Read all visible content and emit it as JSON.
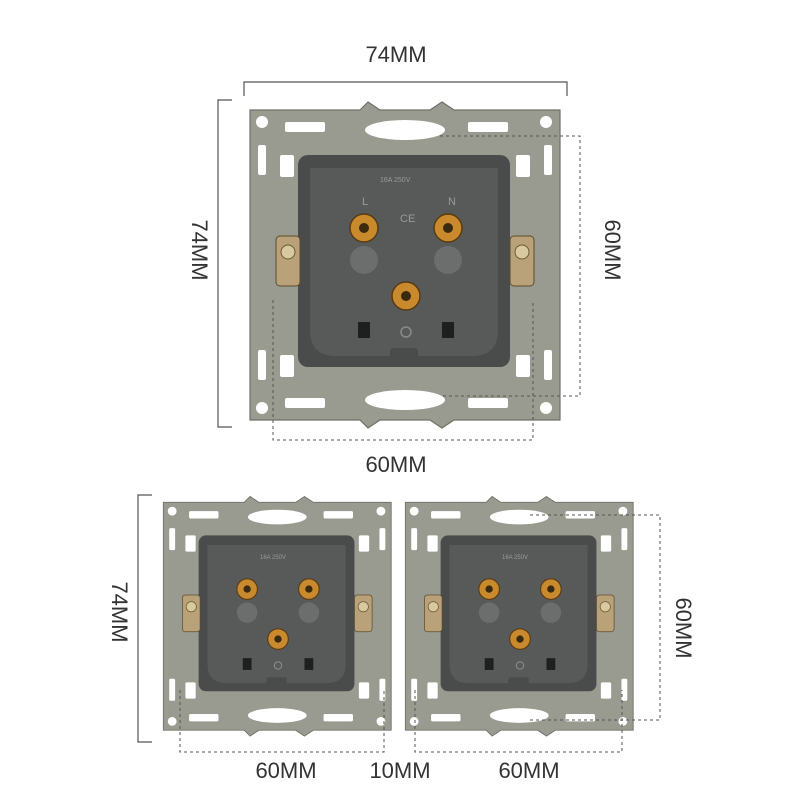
{
  "top_module": {
    "width_label": "74MM",
    "height_label": "74MM",
    "mount_height_label": "60MM",
    "mount_width_label": "60MM"
  },
  "bottom_module": {
    "height_label": "74MM",
    "mount_height_label": "60MM",
    "left_mount_label": "60MM",
    "gap_label": "10MM",
    "right_mount_label": "60MM"
  },
  "socket_markings": {
    "rating": "16A 250V",
    "live": "L",
    "neutral": "N",
    "ce": "CE"
  }
}
